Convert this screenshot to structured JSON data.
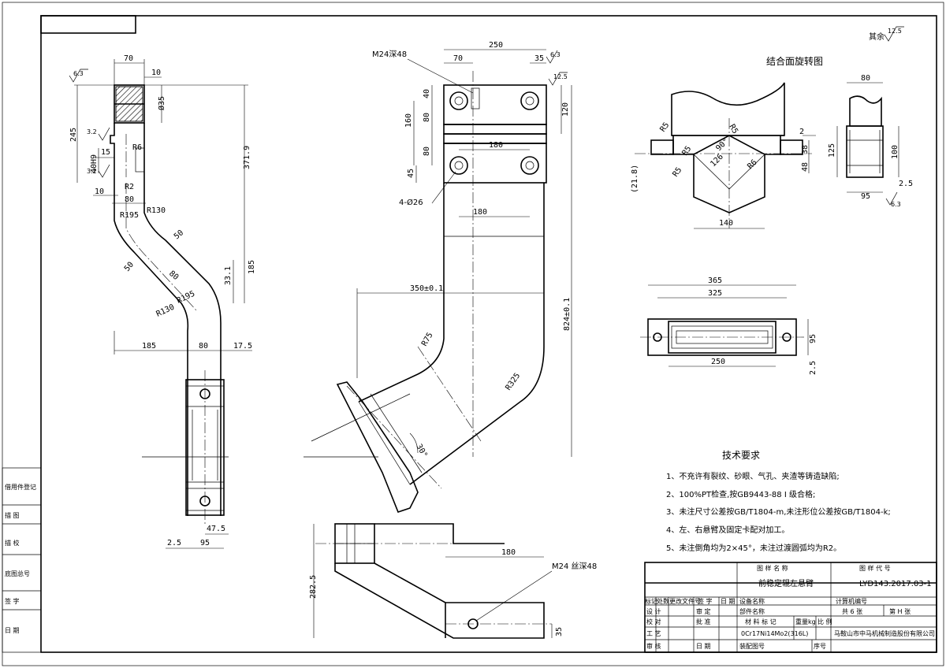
{
  "roughness": {
    "other": "其余",
    "other_value": "12.5",
    "v63": "6.3",
    "v125": "12.5",
    "v32": "3.2"
  },
  "view_left": {
    "dims": {
      "d70": "70",
      "d10": "10",
      "d035": "Ø35",
      "d245": "245",
      "d3719": "371.9",
      "d40h9": "40H9",
      "d15": "15",
      "d10b": "10",
      "d80": "80",
      "r195": "R195",
      "r130": "R130",
      "d50": "50",
      "d80b": "80",
      "d331": "33.1",
      "d185": "185",
      "r130b": "R130",
      "r195b": "R195",
      "d185b": "185",
      "d80c": "80",
      "d175": "17.5",
      "d475": "47.5",
      "d25": "2.5",
      "d95": "95",
      "r6": "R6",
      "r2": "R2"
    }
  },
  "view_main": {
    "thread": "M24深48",
    "dims": {
      "d250": "250",
      "d70": "70",
      "d35": "35",
      "d40": "40",
      "d80": "80",
      "d160": "160",
      "d120": "120",
      "d180": "180",
      "d80b": "80",
      "d45": "45",
      "holes": "4-Ø26",
      "d180b": "180",
      "d350": "350±0.1",
      "d824": "824±0.1",
      "r75": "R75",
      "r325": "R325",
      "ang": "30°"
    }
  },
  "view_bottom": {
    "d180": "180",
    "thread": "M24  丝深48",
    "d2825": "282.5",
    "d35": "35"
  },
  "view_joint": {
    "title": "结合面旋转图",
    "dims": {
      "d218": "(21.8)",
      "r5a": "R5",
      "r5b": "R5",
      "r5c": "R5",
      "r5d": "R5",
      "ang90": "90°",
      "d126": "126",
      "d140": "140",
      "d2": "2",
      "d38": "38",
      "d48": "48",
      "r6": "R6"
    }
  },
  "view_side": {
    "dims": {
      "d80": "80",
      "d125": "125",
      "d100": "100",
      "d25": "2.5",
      "d95": "95"
    }
  },
  "view_top": {
    "dims": {
      "d365": "365",
      "d325": "325",
      "d250": "250",
      "d95": "95",
      "d25": "2.5"
    }
  },
  "tech": {
    "title": "技术要求",
    "items": [
      "1、不充许有裂纹、砂眼、气孔、夹渣等铸造缺陷;",
      "2、100%PT检查,按GB9443-88 I 级合格;",
      "3、未注尺寸公差按GB/T1804-m,未注形位公差按GB/T1804-k;",
      "4、左、右悬臂及固定卡配对加工。",
      "5、未注倒角均为2×45°，未注过渡圆弧均为R2。"
    ]
  },
  "titleblock": {
    "h_name": "图  样  名  称",
    "h_code": "图  样  代  号",
    "name": "前稳定辊左悬臂",
    "code": "LYD143.2017.03-1",
    "r_mark": "标记",
    "r_count": "处数",
    "r_doc": "更改文件号",
    "r_sign": "签  字",
    "r_date": "日  期",
    "r_dev": "设备名称",
    "r_comp": "计算机编号",
    "design": "设  计",
    "review": "审  定",
    "partname": "部件名称",
    "total": "共 6 张",
    "sheet": "第 H 张",
    "proof": "校  对",
    "approve": "批  准",
    "material": "材  料  标  记",
    "weight": "重量kg",
    "scale": "比 例",
    "process": "工  艺",
    "material_val": "0Cr17Ni14Mo2(316L)",
    "company": "马鞍山市中马机械制造股份有限公司",
    "audit": "审  核",
    "date": "日  期",
    "asm": "装配图号",
    "seq": "序号"
  },
  "sidebar": [
    "借用件登记",
    "描    图",
    "描    校",
    "底图总号",
    "签    字",
    "日    期"
  ]
}
